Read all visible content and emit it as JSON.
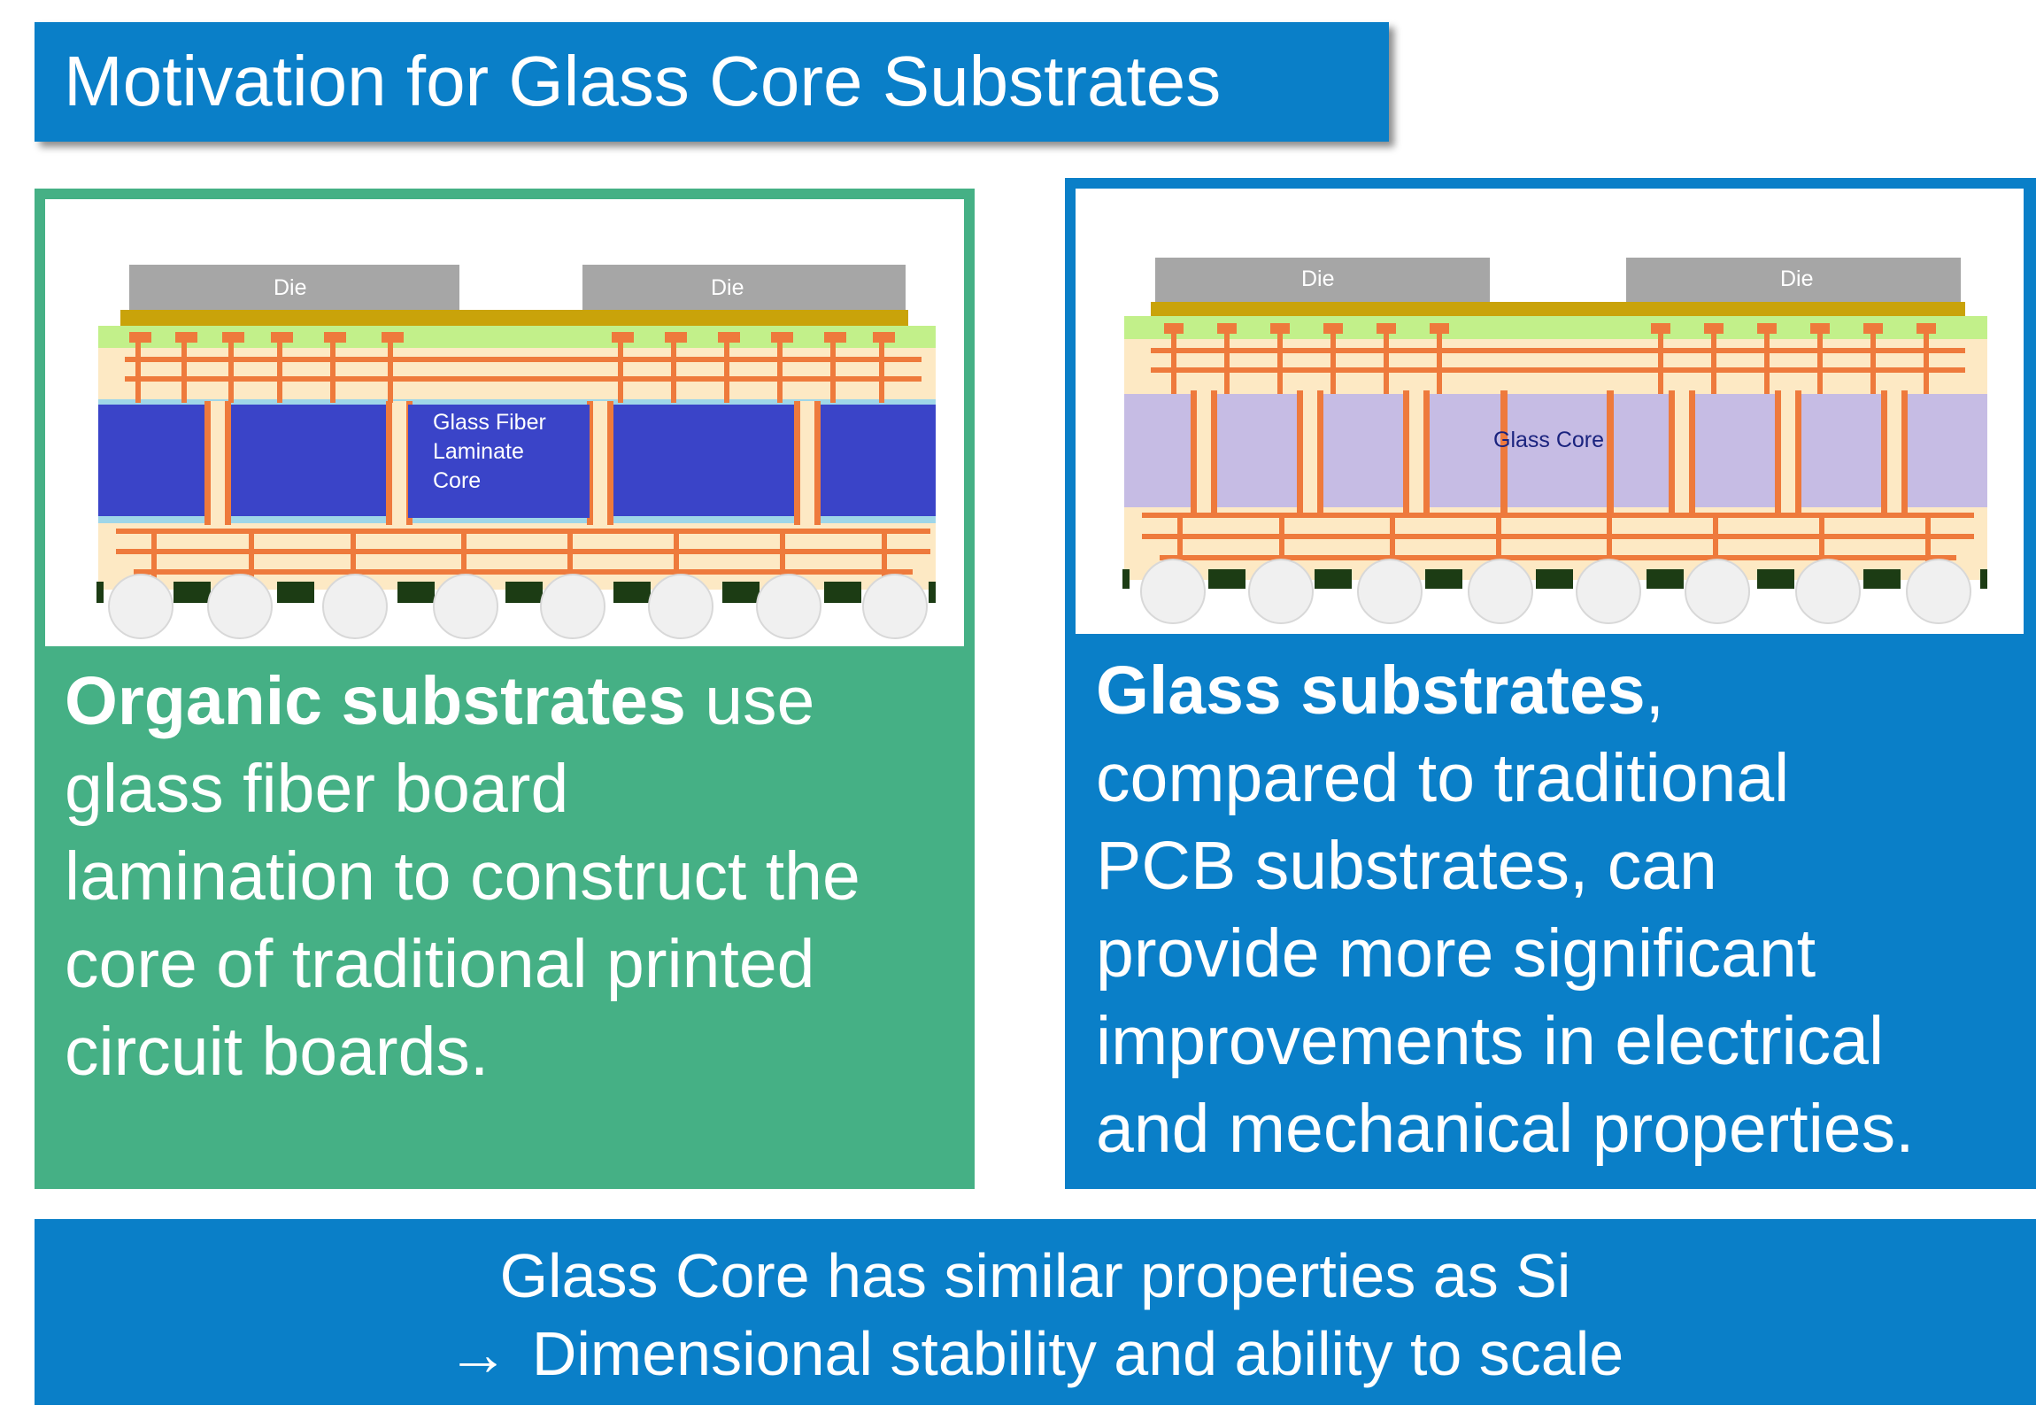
{
  "title": "Motivation for Glass Core Substrates",
  "left_card": {
    "diagram": {
      "die_left": "Die",
      "die_right": "Die",
      "core_label_line1": "Glass Fiber",
      "core_label_line2": "Laminate",
      "core_label_line3": "Core"
    },
    "bold": "Organic substrates",
    "line1_rest": " use",
    "line2": "glass fiber board",
    "line3": "lamination to construct the",
    "line4": "core of traditional printed",
    "line5": "circuit boards."
  },
  "right_card": {
    "diagram": {
      "die_left": "Die",
      "die_right": "Die",
      "core_label": "Glass Core"
    },
    "bold": "Glass substrates",
    "line1_rest": ",",
    "line2": "compared to traditional",
    "line3": "PCB substrates, can",
    "line4": "provide more significant",
    "line5": "improvements in electrical",
    "line6": "and mechanical properties."
  },
  "bottom": {
    "line1": "Glass Core has similar properties as Si",
    "arrow": "→",
    "line2": "Dimensional stability and ability to scale"
  },
  "colors": {
    "title_bg": "#0a7fc8",
    "organic_card": "#45b085",
    "glass_card": "#0a7fc8",
    "organic_core": "#3a44c8",
    "glass_core": "#c6bce4",
    "copper": "#ee7a3c",
    "die": "#a6a6a6"
  }
}
